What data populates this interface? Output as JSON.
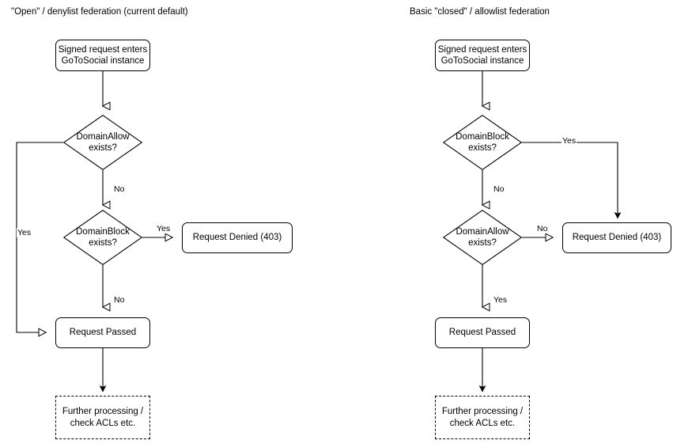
{
  "diagram": {
    "background": "#ffffff",
    "stroke": "#000000",
    "columns": [
      {
        "id": "denylist",
        "title": "\"Open\" / denylist federation (current default)",
        "nodes": {
          "start": "Signed request enters\nGoToSocial instance",
          "decision_one": "DomainAllow\nexists?",
          "decision_two": "DomainBlock\nexists?",
          "denied": "Request Denied (403)",
          "passed": "Request Passed",
          "further": "Further processing /\ncheck ACLs etc."
        },
        "edge_labels": {
          "allow_yes": "Yes",
          "allow_no": "No",
          "block_yes": "Yes",
          "block_no": "No"
        }
      },
      {
        "id": "allowlist",
        "title": "Basic \"closed\" / allowlist federation",
        "nodes": {
          "start": "Signed request enters\nGoToSocial instance",
          "decision_one": "DomainBlock\nexists?",
          "decision_two": "DomainAllow\nexists?",
          "denied": "Request Denied (403)",
          "passed": "Request Passed",
          "further": "Further processing /\ncheck ACLs etc."
        },
        "edge_labels": {
          "block_yes": "Yes",
          "block_no": "No",
          "allow_no": "No",
          "allow_yes": "Yes"
        }
      }
    ]
  }
}
